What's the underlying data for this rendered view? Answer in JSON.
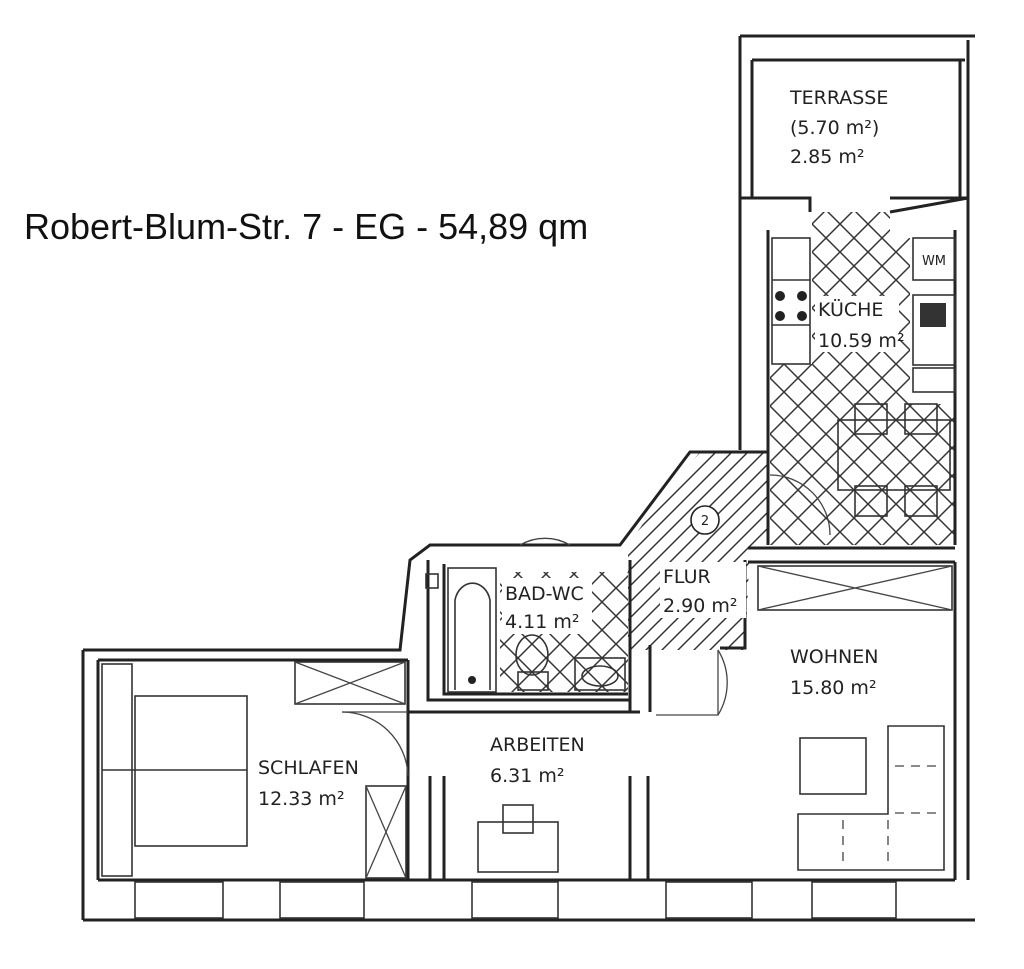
{
  "header": {
    "title": "Robert-Blum-Str. 7 - EG - 54,89 qm"
  },
  "rooms": {
    "terrasse": {
      "name": "TERRASSE",
      "area_alt": "(5.70 m²)",
      "area": "2.85 m²"
    },
    "kueche": {
      "name": "KÜCHE",
      "area": "10.59 m²"
    },
    "bad": {
      "name": "BAD-WC",
      "area": "4.11 m²"
    },
    "flur": {
      "name": "FLUR",
      "area": "2.90 m²"
    },
    "wohnen": {
      "name": "WOHNEN",
      "area": "15.80 m²"
    },
    "arbeiten": {
      "name": "ARBEITEN",
      "area": "6.31 m²"
    },
    "schlafen": {
      "name": "SCHLAFEN",
      "area": "12.33 m²"
    }
  },
  "fixtures": {
    "wm": "WM",
    "marker": "2"
  }
}
